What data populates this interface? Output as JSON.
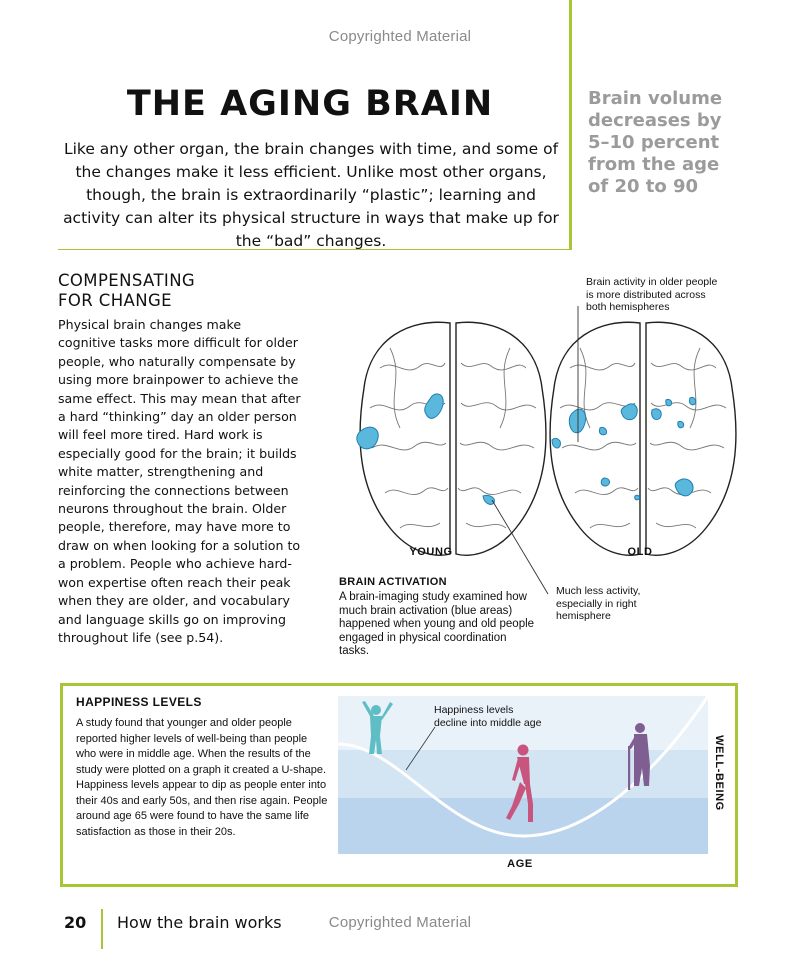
{
  "header": {
    "watermark_top": "Copyrighted Material"
  },
  "title": "THE AGING BRAIN",
  "intro": "Like any other organ, the brain changes with time, and some of the changes make it less efficient. Unlike most other organs, though, the brain is extraordinarily “plastic”; learning and activity can alter its physical structure in ways that make up for the “bad” changes.",
  "sidebar_fact": "Brain volume decreases by 5–10 percent from the age of 20 to 90",
  "section": {
    "heading_line1": "COMPENSATING",
    "heading_line2": "FOR CHANGE",
    "body": "Physical brain changes make cognitive tasks more difficult for older people, who naturally compensate by using more brainpower to achieve the same effect. This may mean that after a hard “thinking” day an older person will feel more tired. Hard work is especially good for the brain; it builds white matter, strengthening and reinforcing the connections between neurons throughout the brain. Older people, therefore, may have more to draw on when looking for a solution to a problem. People who achieve hard-won expertise often reach their peak when they are older, and vocabulary and language skills go on improving throughout life (see p.54)."
  },
  "brain_figure": {
    "note_top": "Brain activity in older people is more distributed across both hemispheres",
    "label_young": "YOUNG",
    "label_old": "OLD",
    "caption_title": "BRAIN ACTIVATION",
    "caption_body": "A brain-imaging study examined how much brain activation (blue areas) happened when young and old people engaged in physical coordination tasks.",
    "note_bottom": "Much less activity, especially in right hemisphere",
    "colors": {
      "activation": "#5bb8dd",
      "activation_edge": "#1f7fb0",
      "outline": "#222222"
    }
  },
  "happiness": {
    "title": "HAPPINESS LEVELS",
    "body": "A study found that younger and older people reported higher levels of well-being than people who were in middle age. When the results of the study were plotted on a graph it created a U-shape. Happiness levels appear to dip as people enter into their 40s and early 50s, and then rise again. People around age 65 were found to have the same life satisfaction as those in their 20s.",
    "annotation": "Happiness levels decline into middle age",
    "xlabel": "AGE",
    "ylabel": "WELL-BEING",
    "colors": {
      "border": "#a6c637",
      "band_top": "#eaf2f9",
      "band_mid": "#d3e4f3",
      "band_bot": "#b9d4ec",
      "young": "#5fbdc6",
      "middle": "#c8557d",
      "old": "#7f5f92"
    }
  },
  "footer": {
    "page_number": "20",
    "section_title": "How the brain works",
    "watermark_bottom": "Copyrighted Material"
  }
}
